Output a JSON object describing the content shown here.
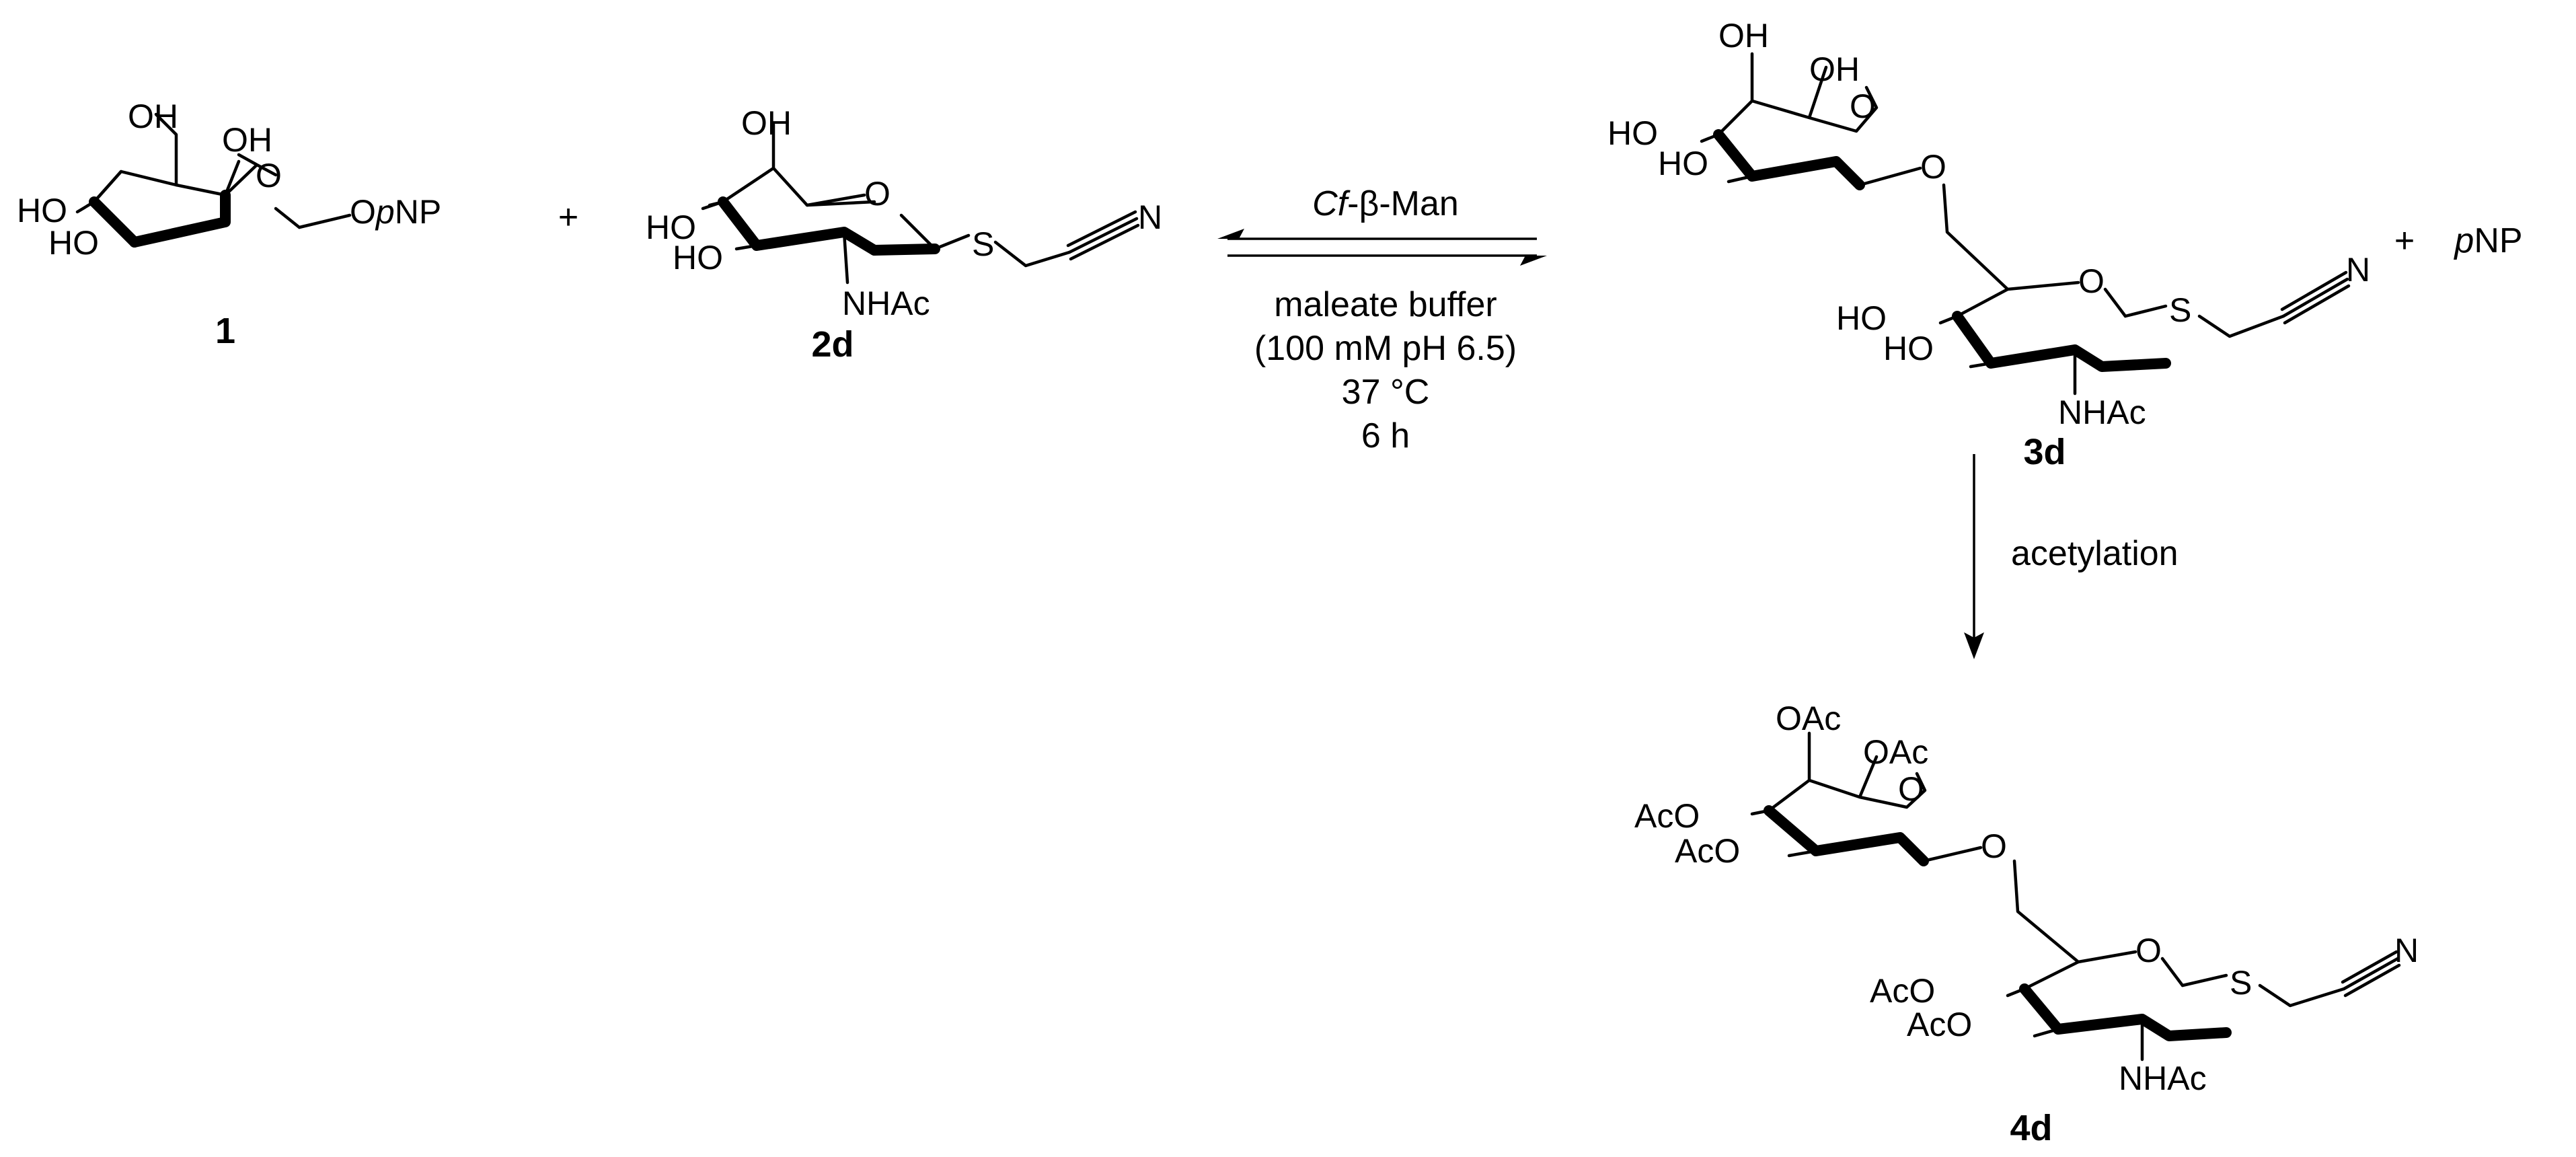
{
  "compounds": {
    "c1": {
      "label": "1",
      "groups": {
        "oh6": "OH",
        "oh2": "OH",
        "oh4": "HO",
        "oh3": "HO",
        "ring_o": "O",
        "aglycone_o": "O",
        "aglycone_p": "p",
        "aglycone_np": "NP"
      }
    },
    "c2d": {
      "label": "2d",
      "groups": {
        "oh6": "OH",
        "oh4": "HO",
        "oh3": "HO",
        "ring_o": "O",
        "s": "S",
        "n": "N",
        "nhac": "NHAc"
      }
    },
    "c3d": {
      "label": "3d",
      "groups": {
        "man_oh6": "OH",
        "man_oh2": "OH",
        "man_oh4": "HO",
        "man_oh3": "HO",
        "man_ring_o": "O",
        "link_o": "O",
        "glc_oh4": "HO",
        "glc_oh3": "HO",
        "glc_ring_o": "O",
        "s": "S",
        "n": "N",
        "nhac": "NHAc"
      }
    },
    "c4d": {
      "label": "4d",
      "groups": {
        "man_oac6": "OAc",
        "man_oac2": "OAc",
        "man_aco4": "AcO",
        "man_aco3": "AcO",
        "man_ring_o": "O",
        "link_o": "O",
        "glc_aco4": "AcO",
        "glc_aco3": "AcO",
        "glc_ring_o": "O",
        "s": "S",
        "n": "N",
        "nhac": "NHAc"
      }
    }
  },
  "plus1": "+",
  "plus2": "+",
  "pnp": {
    "p": "p",
    "np": "NP"
  },
  "conditions": {
    "enzyme_a": "Cf",
    "enzyme_b": "-β-Man",
    "buffer": "maleate buffer",
    "buffer_detail": "(100 mM pH 6.5)",
    "temperature": "37 °C",
    "time": "6 h"
  },
  "step2": "acetylation"
}
